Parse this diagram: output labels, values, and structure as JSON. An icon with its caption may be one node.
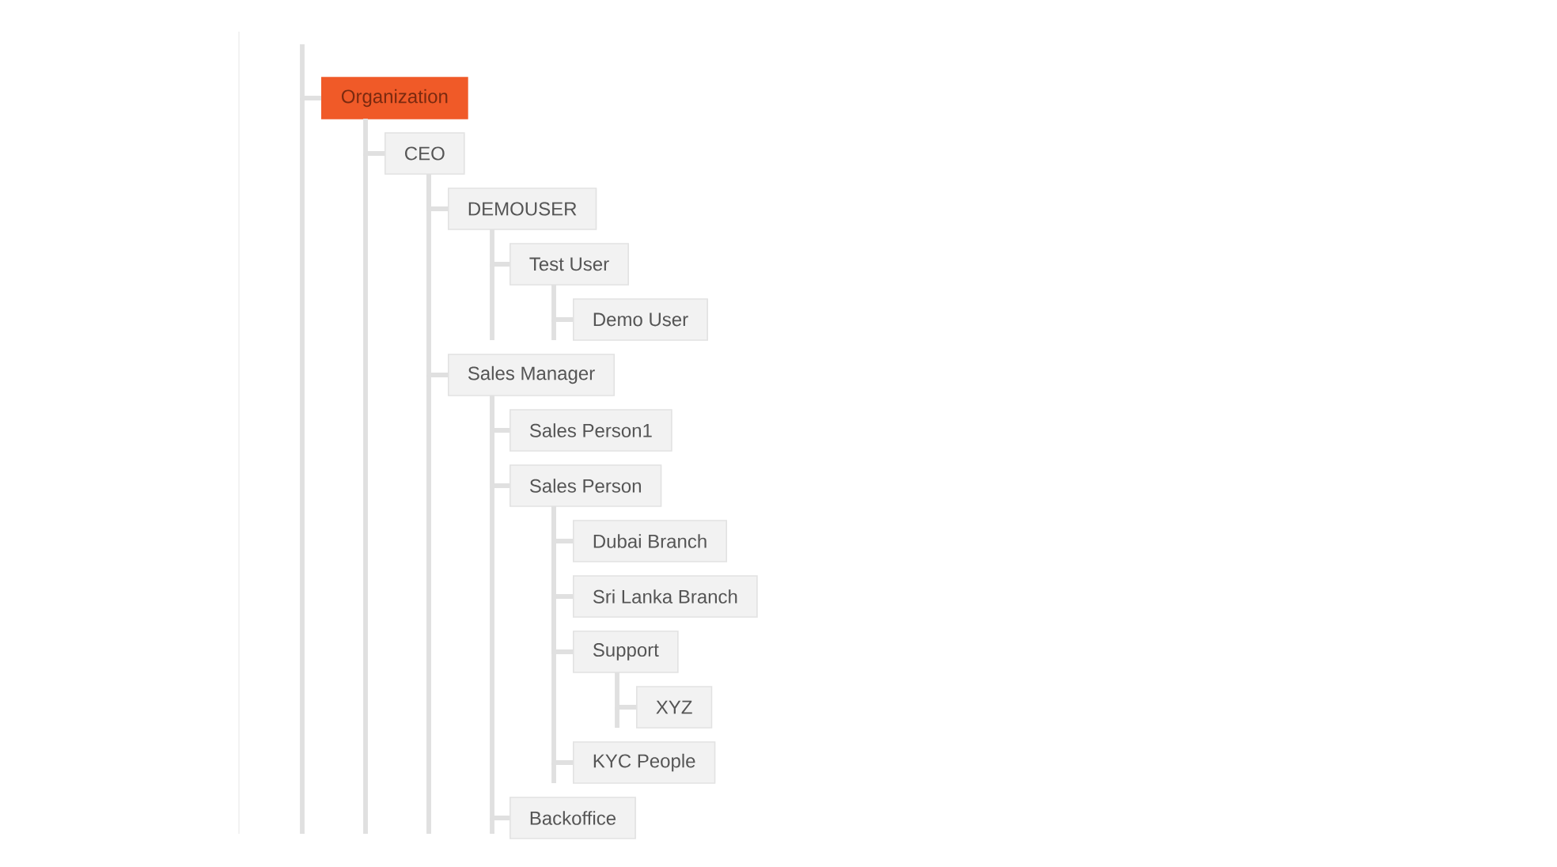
{
  "diagram": {
    "nodes": [
      {
        "text": [
          "Organization"
        ]
      },
      {
        "text": [
          "CEO"
        ]
      },
      {
        "text": [
          "DEMOUSER"
        ]
      },
      {
        "text": [
          "Test User"
        ]
      },
      {
        "text": [
          "Demo User"
        ]
      },
      {
        "text": [
          "Sales Manager"
        ]
      },
      {
        "text": [
          "Sales Person1"
        ]
      },
      {
        "text": [
          "Sales Person"
        ]
      },
      {
        "text": [
          "Dubai Branch"
        ]
      },
      {
        "text": [
          "Sri Lanka Branch"
        ]
      },
      {
        "text": [
          "Support"
        ]
      },
      {
        "text": [
          "XYZ"
        ]
      },
      {
        "text": [
          "KYC People"
        ]
      },
      {
        "text": [
          "Backoffice"
        ]
      }
    ],
    "edges": [
      {
        "from": null,
        "to": 0,
        "arrow": "none"
      },
      {
        "from": 0,
        "to": 1,
        "arrow": "none"
      },
      {
        "from": 1,
        "to": 2,
        "arrow": "none"
      },
      {
        "from": 2,
        "to": 3,
        "arrow": "none"
      },
      {
        "from": 3,
        "to": 4,
        "arrow": "none"
      },
      {
        "from": 1,
        "to": 5,
        "arrow": "none"
      },
      {
        "from": 5,
        "to": 6,
        "arrow": "none"
      },
      {
        "from": 5,
        "to": 7,
        "arrow": "none"
      },
      {
        "from": 7,
        "to": 8,
        "arrow": "none"
      },
      {
        "from": 7,
        "to": 9,
        "arrow": "none"
      },
      {
        "from": 7,
        "to": 10,
        "arrow": "none"
      },
      {
        "from": 10,
        "to": 11,
        "arrow": "none"
      },
      {
        "from": 7,
        "to": 12,
        "arrow": "none"
      },
      {
        "from": 5,
        "to": 13,
        "arrow": "none"
      }
    ]
  }
}
